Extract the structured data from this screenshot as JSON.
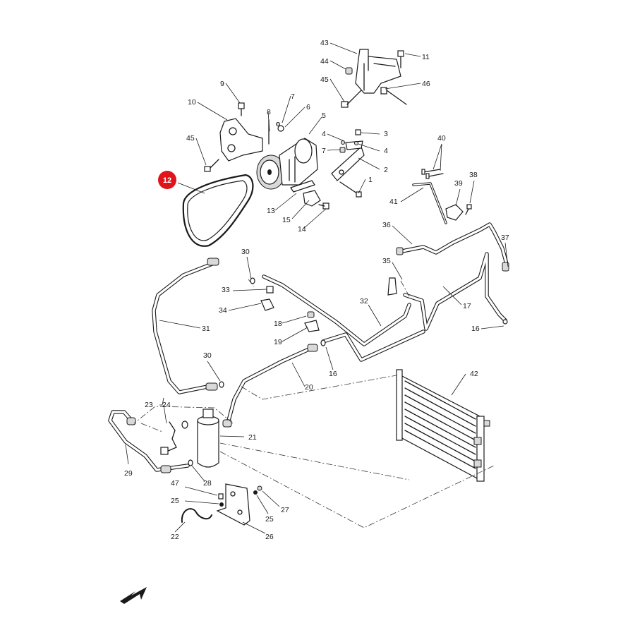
{
  "highlighted_callout": "12",
  "callouts": {
    "c1": "1",
    "c2": "2",
    "c3": "3",
    "c4a": "4",
    "c4b": "4",
    "c5": "5",
    "c6": "6",
    "c7a": "7",
    "c7b": "7",
    "c8": "8",
    "c9": "9",
    "c10": "10",
    "c11": "11",
    "c13": "13",
    "c14": "14",
    "c15": "15",
    "c16a": "16",
    "c16b": "16",
    "c17": "17",
    "c18": "18",
    "c19": "19",
    "c20": "20",
    "c21": "21",
    "c22": "22",
    "c23": "23",
    "c24": "24",
    "c25a": "25",
    "c25b": "25",
    "c26": "26",
    "c27": "27",
    "c28": "28",
    "c29": "29",
    "c30a": "30",
    "c30b": "30",
    "c31": "31",
    "c32": "32",
    "c33": "33",
    "c34": "34",
    "c35": "35",
    "c36": "36",
    "c37": "37",
    "c38": "38",
    "c39": "39",
    "c40": "40",
    "c41": "41",
    "c42": "42",
    "c43": "43",
    "c44": "44",
    "c45a": "45",
    "c45b": "45",
    "c46": "46",
    "c47": "47"
  },
  "colors": {
    "highlight": "#e0141b",
    "line": "#1a1a1a"
  },
  "icons": {
    "orientation": "direction-arrow-icon"
  }
}
